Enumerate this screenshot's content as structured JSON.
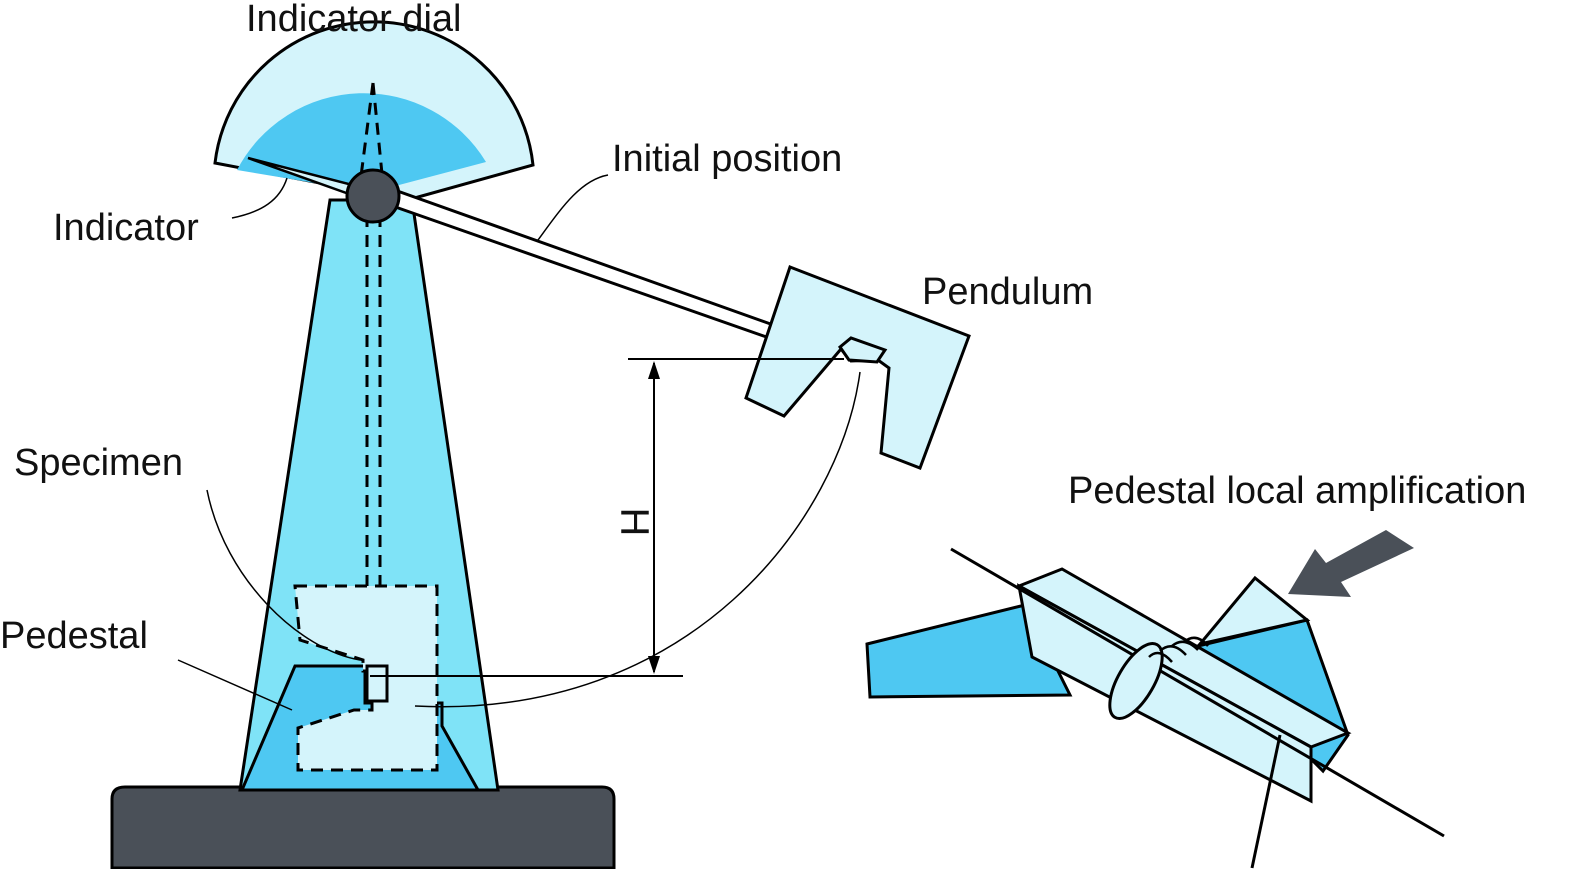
{
  "labels": {
    "indicator_dial": "Indicator dial",
    "initial_position": "Initial position",
    "indicator": "Indicator",
    "pendulum": "Pendulum",
    "specimen": "Specimen",
    "pedestal": "Pedestal",
    "height": "H",
    "pedestal_local_amplification": "Pedestal local amplification"
  },
  "colors": {
    "outline": "#000000",
    "frame_blue": "#7fe3f7",
    "dial_inner_blue": "#4ec8f2",
    "pale_blue": "#d4f4fb",
    "pedestal_blue": "#4ec8f2",
    "base_gray": "#4a5058",
    "pivot_gray": "#4a5058",
    "arrow_gray": "#4a5058"
  }
}
